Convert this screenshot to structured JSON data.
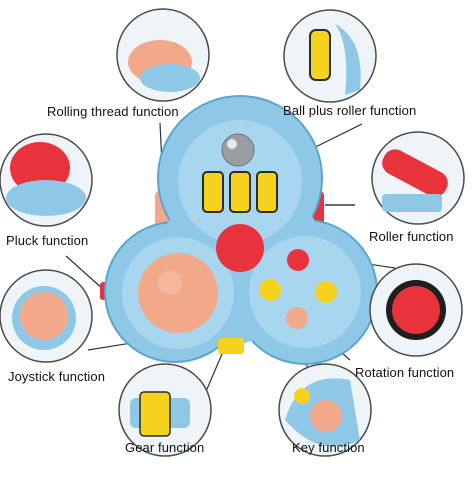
{
  "labels": {
    "rolling_thread": "Rolling thread function",
    "ball_plus_roller": "Ball plus roller function",
    "pluck": "Pluck function",
    "roller": "Roller function",
    "joystick": "Joystick function",
    "rotation": "Rotation function",
    "gear": "Gear function",
    "key": "Key function"
  },
  "colors": {
    "body_blue": "#8fc8e6",
    "body_blue_dark": "#5aa6cf",
    "red": "#e8323c",
    "yellow": "#f5d21e",
    "peach": "#f2a98a",
    "metal": "#9a9ea3"
  }
}
